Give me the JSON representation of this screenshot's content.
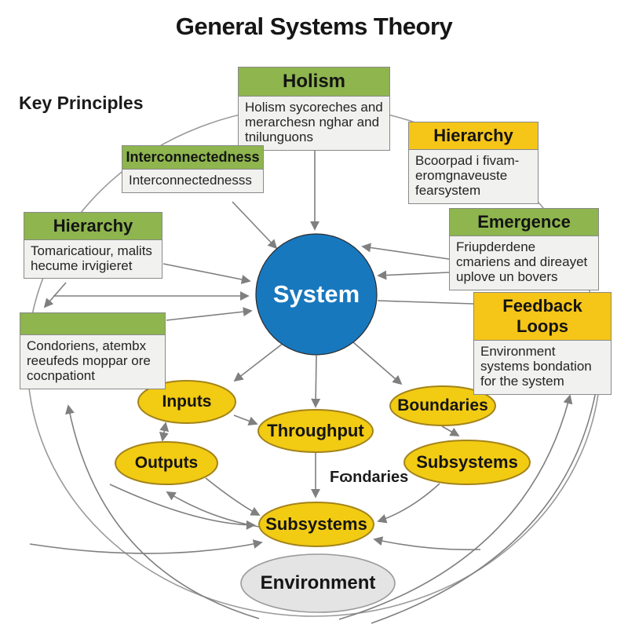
{
  "title": "General Systems Theory",
  "key_principles_label": "Key Principles",
  "system_label": "System",
  "foundaries_label": "Fɷndaries",
  "boxes": {
    "holism": {
      "header": "Holism",
      "body": "Holism sycoreches and merarchesn nghar and tnilunguons"
    },
    "interconnectedness": {
      "header": "Interconnectedness",
      "body": "Interconnectednesss"
    },
    "hierarchy_right": {
      "header": "Hierarchy",
      "body": "Bcoorpad i fivam- eromgnaveuste fearsystem"
    },
    "hierarchy_left": {
      "header": "Hierarchy",
      "body": "Tomaricatiour, malits hecume irvigieret"
    },
    "emergence": {
      "header": "Emergence",
      "body": "Friupderdene cmariens and direayet uplove un bovers"
    },
    "feedback_loops": {
      "header": "Feedback Loops",
      "body": "Environment systems bondation for the system"
    },
    "unlabeled": {
      "header": "",
      "body": "Condoriens, atembx reeufeds moppar ore cocnpationt"
    }
  },
  "ellipses": {
    "inputs": "Inputs",
    "throughput": "Throughput",
    "boundaries": "Boundaries",
    "outputs": "Outputs",
    "subsystems_right": "Subsystems",
    "subsystems_center": "Subsystems",
    "environment": "Environment"
  },
  "colors": {
    "green_header": "#8eb54e",
    "yellow_header": "#f5c518",
    "node_yellow_fill": "#f2cb13",
    "node_yellow_border": "#a3841a",
    "system_blue": "#1878be",
    "box_body_bg": "#f1f1ef",
    "box_border": "#8a8a8a",
    "arrow_gray": "#7f7f7f",
    "environment_gray": "#e4e4e4",
    "outer_ring_gray": "#9a9a9a"
  }
}
